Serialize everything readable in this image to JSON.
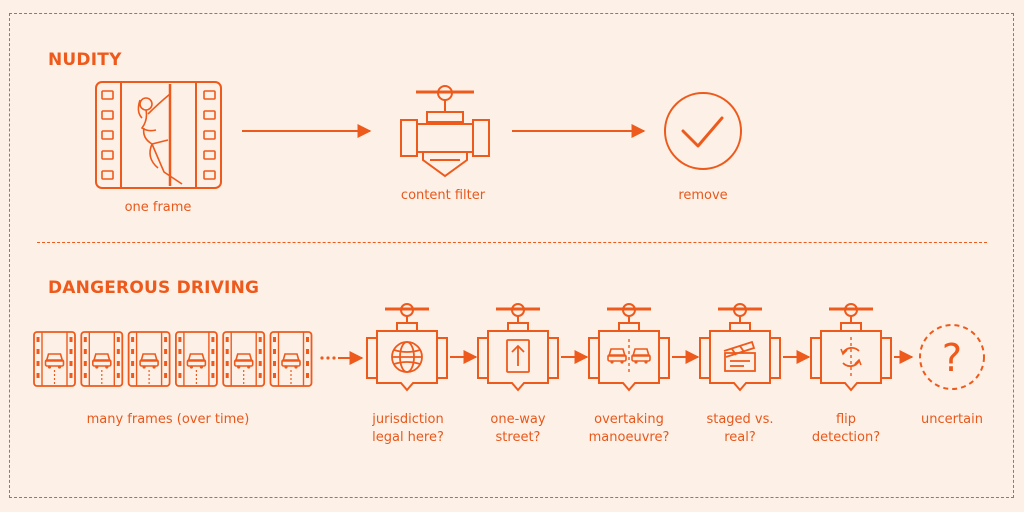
{
  "colors": {
    "accent": "#ee5a1c",
    "background": "#fdf1e7"
  },
  "nudity": {
    "heading": "NUDITY",
    "frame_label": "one frame",
    "filter_label": "content filter",
    "result_label": "remove",
    "icons": [
      "film-frame-icon",
      "valve-filter-icon",
      "checkmark-circle-icon"
    ]
  },
  "driving": {
    "heading": "DANGEROUS DRIVING",
    "frames_label": "many frames (over time)",
    "filters": [
      {
        "line1": "jurisdiction",
        "line2": "legal here?",
        "icon": "globe-icon"
      },
      {
        "line1": "one-way",
        "line2": "street?",
        "icon": "up-arrow-sign-icon"
      },
      {
        "line1": "overtaking",
        "line2": "manoeuvre?",
        "icon": "two-cars-icon"
      },
      {
        "line1": "staged vs.",
        "line2": "real?",
        "icon": "clapperboard-icon"
      },
      {
        "line1": "flip",
        "line2": "detection?",
        "icon": "flip-rotate-icon"
      }
    ],
    "result_label": "uncertain",
    "result_glyph": "?"
  }
}
